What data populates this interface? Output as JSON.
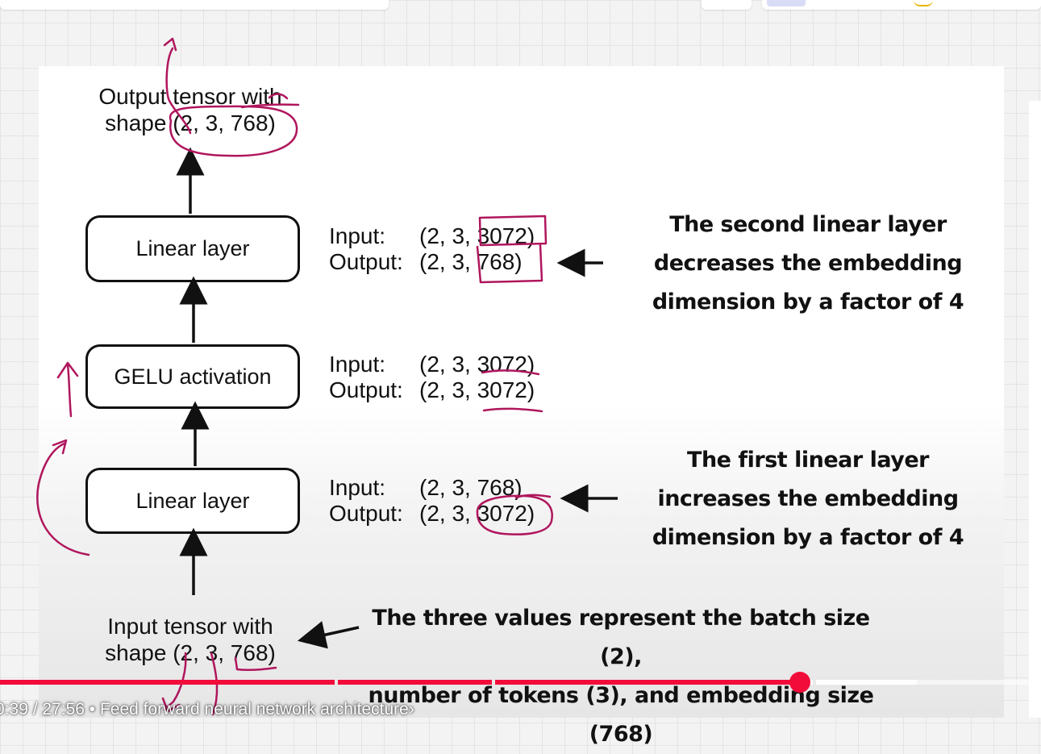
{
  "diagram": {
    "output_tensor": {
      "line1": "Output tensor with",
      "line2": "shape (2, 3, 768)"
    },
    "input_tensor": {
      "line1": "Input tensor with",
      "line2": "shape (2, 3, 768)"
    },
    "boxes": [
      {
        "label": "Linear layer"
      },
      {
        "label": "GELU activation"
      },
      {
        "label": "Linear layer"
      }
    ],
    "io": [
      {
        "in_key": "Input:",
        "in_val": "(2, 3, 3072)",
        "out_key": "Output:",
        "out_val": "(2, 3, 768)"
      },
      {
        "in_key": "Input:",
        "in_val": "(2, 3, 3072)",
        "out_key": "Output:",
        "out_val": "(2, 3, 3072)"
      },
      {
        "in_key": "Input:",
        "in_val": "(2, 3, 768)",
        "out_key": "Output:",
        "out_val": "(2, 3, 3072)"
      }
    ],
    "notes": {
      "second_linear": [
        "The second linear layer",
        "decreases the embedding",
        "dimension by a factor of 4"
      ],
      "first_linear": [
        "The first linear layer",
        "increases the embedding",
        "dimension by a factor of 4"
      ],
      "three_values": [
        "The three values represent the batch size (2),",
        "number of tokens (3), and embedding size",
        "(768)"
      ]
    }
  },
  "player": {
    "time_text": "0:39 / 27:56",
    "separator": " • ",
    "chapter_title": "Feed forward neural network architecture",
    "chapter_chevron": "›",
    "progress_fraction": 0.768,
    "accent_color": "#f20c3a"
  },
  "annotation_color": "#b0165d"
}
